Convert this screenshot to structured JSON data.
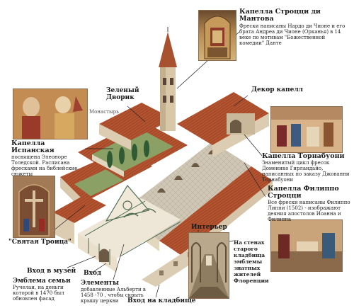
{
  "labels": {
    "strozzi_mantua_title": "Капелла Строцци ди Мантова",
    "strozzi_mantua_text": "Фрески написаны Нардо ди Чионе и его брата Андреа ди Чионе (Орканья) в 14 веке по мотивам \"Божественной комедии\" Данте",
    "green_cloister": "Зеленый Дворик",
    "monastery": "Монастырь",
    "chapel_decor": "Декор капелл",
    "spanish_chapel_title": "Капелла Испанская",
    "spanish_chapel_text": "посвящена Элеоноре Толедской. Расписана фресками на библейские сюжеты",
    "tornabuoni_title": "Капелла Торнабуони",
    "tornabuoni_text": "Знаменитый цикл фресок Доменико Гирландайо, написанных по заказу Джованни Торнабуони",
    "filippo_strozzi_title": "Капелла Филиппо Строцци",
    "filippo_strozzi_text": "Все фрески написаны Филиппо Липпи (1502) - изображают деяния апостолов Иоанна и Филиппа",
    "trinity": "\"Святая Троица\"",
    "interior": "Интерьер",
    "cemetery_walls": "На стенах старого кладбища эмблемы знатных жителей Флоренции",
    "museum_entrance": "Вход в музей",
    "entrance": "Вход",
    "emblem_title": "Эмблема семьи",
    "emblem_text": "Ручелаи, на деньги которой в 1470 был обновлен фасад",
    "elements_title": "Элементы",
    "elements_text": "добавленные Альберти в 1458 -70 , чтобы скрыть крышу церкви",
    "cemetery_entrance": "Вход на кладбище"
  },
  "colors": {
    "roof": "#b4532f",
    "wall": "#e3d6bf",
    "marble_green": "#4d6b52",
    "grass": "#8aa064",
    "cypress": "#2f5a34"
  }
}
